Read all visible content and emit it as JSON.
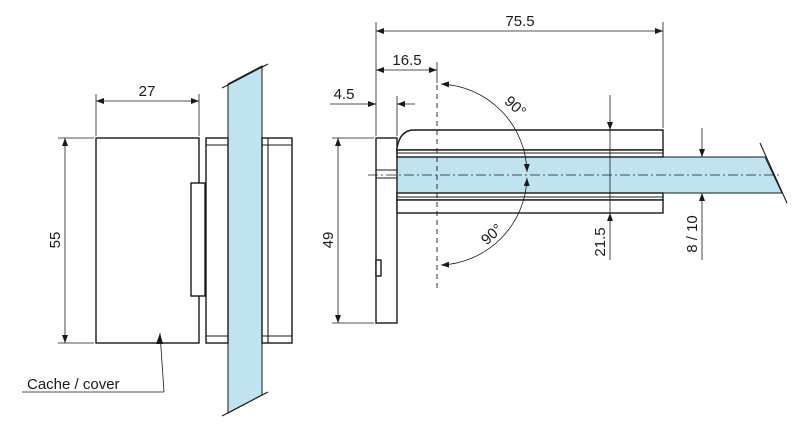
{
  "dimensions": {
    "overall_width": "75.5",
    "cover_width": "27",
    "offset": "16.5",
    "gap": "4.5",
    "cover_height": "55",
    "clamp_height": "49",
    "clamp_depth": "21.5",
    "glass_thickness": "8 / 10"
  },
  "angles": {
    "top": "90°",
    "bottom": "90°"
  },
  "labels": {
    "cover": "Cache / cover"
  },
  "colors": {
    "glass": "#bfe4ef",
    "line": "#1a1a1a"
  }
}
